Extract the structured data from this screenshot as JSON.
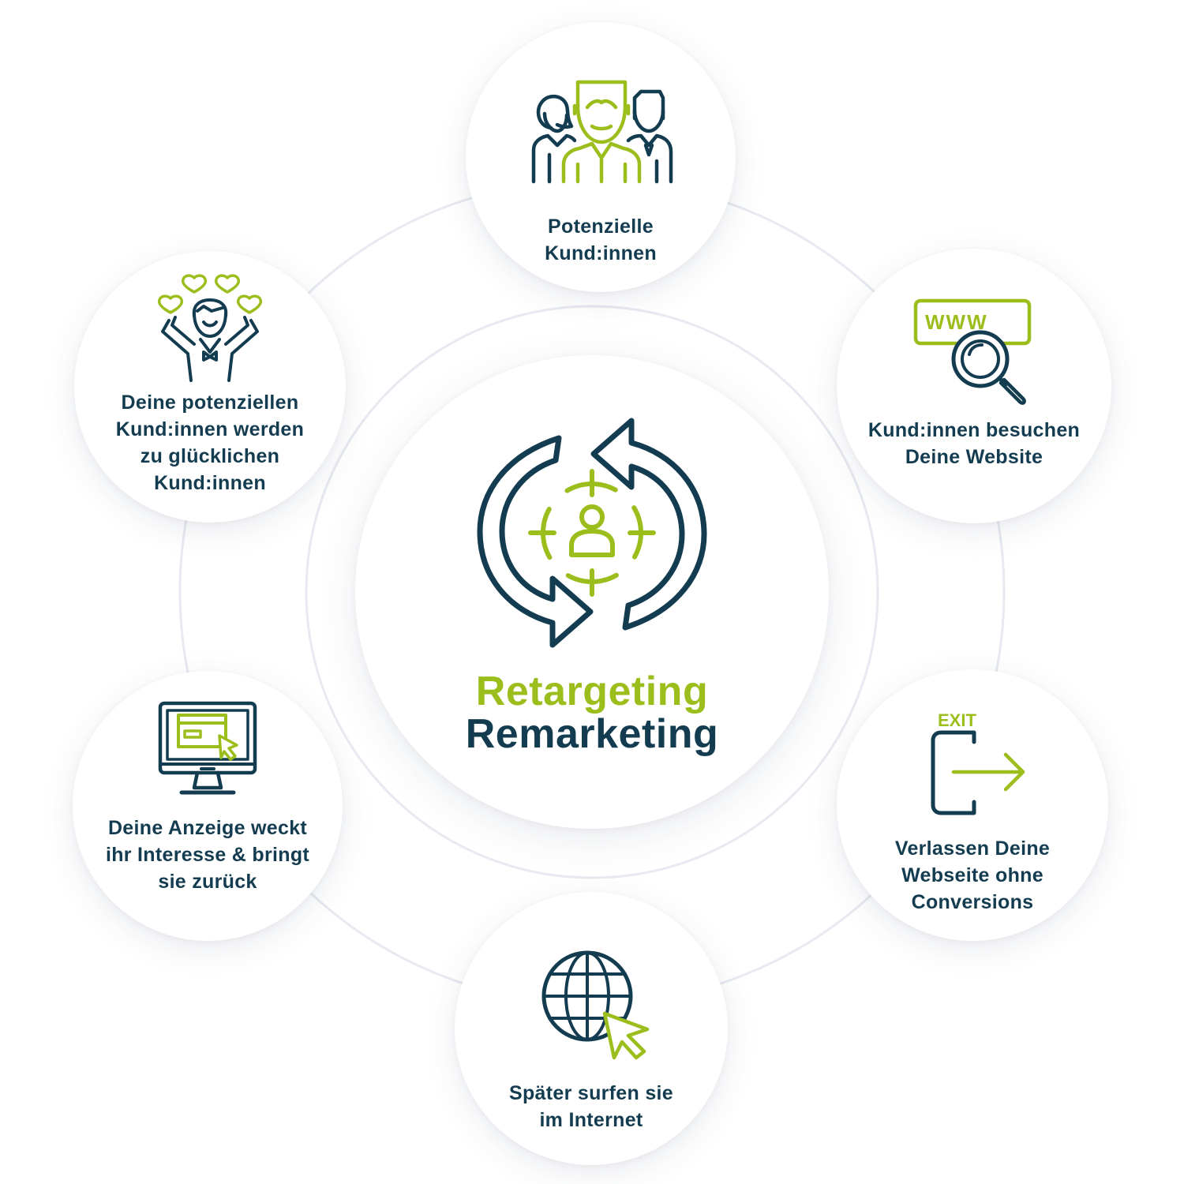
{
  "colors": {
    "navy": "#143c50",
    "green": "#9cbe1c",
    "ring": "#e8e9f1",
    "background": "#ffffff"
  },
  "center": {
    "title_line1": "Retargeting",
    "title_line2": "Remarketing",
    "icon": "refresh-target-icon"
  },
  "steps": [
    {
      "icon": "group-people-icon",
      "lines": [
        "Potenzielle",
        "Kund:innen"
      ]
    },
    {
      "icon": "www-search-icon",
      "lines": [
        "Kund:innen besuchen",
        "Deine Website"
      ]
    },
    {
      "icon": "exit-door-icon",
      "icon_label": "EXIT",
      "lines": [
        "Verlassen Deine",
        "Webseite ohne",
        "Conversions"
      ]
    },
    {
      "icon": "globe-cursor-icon",
      "lines": [
        "Später surfen sie",
        "im Internet"
      ]
    },
    {
      "icon": "monitor-ad-icon",
      "lines": [
        "Deine Anzeige weckt",
        "ihr Interesse & bringt",
        "sie zurück"
      ]
    },
    {
      "icon": "happy-customer-icon",
      "lines": [
        "Deine potenziellen",
        "Kund:innen werden",
        "zu glücklichen",
        "Kund:innen"
      ]
    }
  ]
}
